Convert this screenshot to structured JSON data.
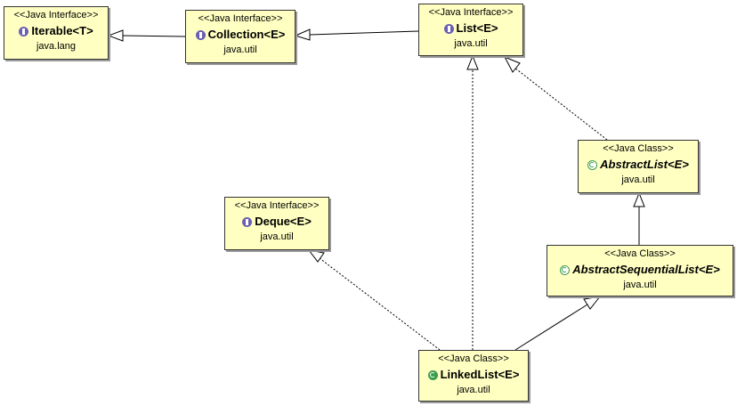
{
  "nodes": {
    "iterable": {
      "stereotype": "<<Java Interface>>",
      "name": "Iterable<T>",
      "package": "java.lang",
      "icon": "interface-icon"
    },
    "collection": {
      "stereotype": "<<Java Interface>>",
      "name": "Collection<E>",
      "package": "java.util",
      "icon": "interface-icon"
    },
    "list": {
      "stereotype": "<<Java Interface>>",
      "name": "List<E>",
      "package": "java.util",
      "icon": "interface-icon"
    },
    "abstract_list": {
      "stereotype": "<<Java Class>>",
      "name": "AbstractList<E>",
      "package": "java.util",
      "icon": "abstract-class-icon"
    },
    "deque": {
      "stereotype": "<<Java Interface>>",
      "name": "Deque<E>",
      "package": "java.util",
      "icon": "interface-icon"
    },
    "abstract_sequential_list": {
      "stereotype": "<<Java Class>>",
      "name": "AbstractSequentialList<E>",
      "package": "java.util",
      "icon": "abstract-class-icon"
    },
    "linked_list": {
      "stereotype": "<<Java Class>>",
      "name": "LinkedList<E>",
      "package": "java.util",
      "icon": "class-icon"
    }
  },
  "edges": [
    {
      "from": "Collection<E>",
      "to": "Iterable<T>",
      "kind": "extends"
    },
    {
      "from": "List<E>",
      "to": "Collection<E>",
      "kind": "extends"
    },
    {
      "from": "AbstractList<E>",
      "to": "List<E>",
      "kind": "implements"
    },
    {
      "from": "AbstractSequentialList<E>",
      "to": "AbstractList<E>",
      "kind": "extends"
    },
    {
      "from": "LinkedList<E>",
      "to": "AbstractSequentialList<E>",
      "kind": "extends"
    },
    {
      "from": "LinkedList<E>",
      "to": "List<E>",
      "kind": "implements"
    },
    {
      "from": "LinkedList<E>",
      "to": "Deque<E>",
      "kind": "implements"
    }
  ],
  "colors": {
    "node_fill": "#ffffc2",
    "border": "#333333",
    "interface_icon": "#6a5fb5",
    "class_icon": "#3d9c4c"
  }
}
